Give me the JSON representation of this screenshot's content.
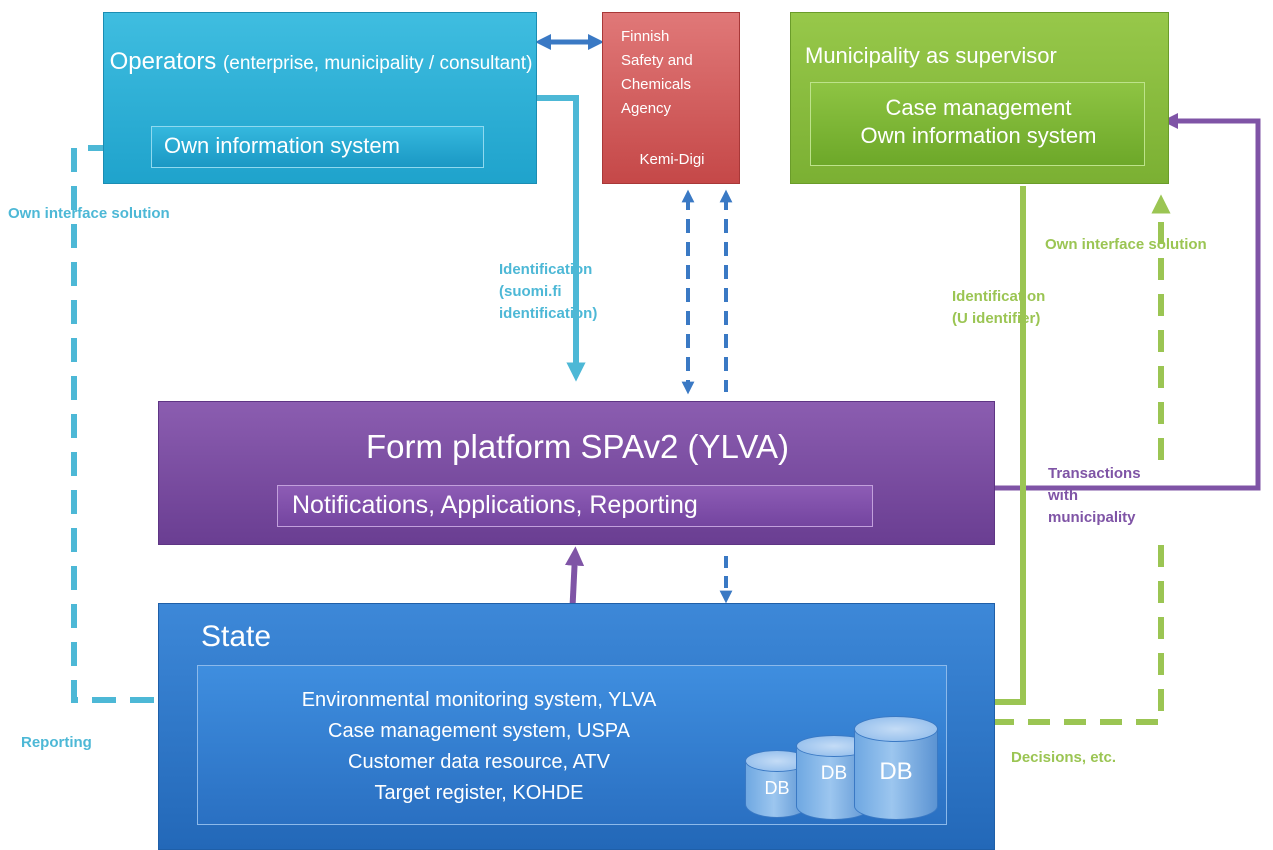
{
  "operators": {
    "title": "Operators",
    "title_note": "(enterprise, municipality / consultant)",
    "system": "Own information system"
  },
  "agency": {
    "name": "Finnish\nSafety and\nChemicals\nAgency",
    "unit": "Kemi-Digi"
  },
  "municipality": {
    "title": "Municipality as supervisor",
    "case_title": "Case management",
    "case_system": "Own information system"
  },
  "platform": {
    "title": "Form platform SPAv2 (YLVA)",
    "subtitle": "Notifications, Applications, Reporting"
  },
  "state": {
    "title": "State",
    "systems": [
      "Environmental monitoring system, YLVA",
      "Case management system, USPA",
      "Customer data resource, ATV",
      "Target register, KOHDE"
    ],
    "databases": [
      "DB",
      "DB",
      "DB"
    ]
  },
  "labels": {
    "own_interface_left": "Own interface solution",
    "identification_suomi": "Identification\n(suomi.fi\nidentification)",
    "identification_u": "Identification\n(U identifier)",
    "own_interface_right": "Own interface solution",
    "transactions": "Transactions\nwith\nmunicipality",
    "reporting": "Reporting",
    "decisions": "Decisions, etc."
  },
  "colors": {
    "teal": "#4db8d6",
    "blue": "#3a79c4",
    "green": "#9bc553",
    "purple": "#7f54a6",
    "red": "#c85050"
  }
}
